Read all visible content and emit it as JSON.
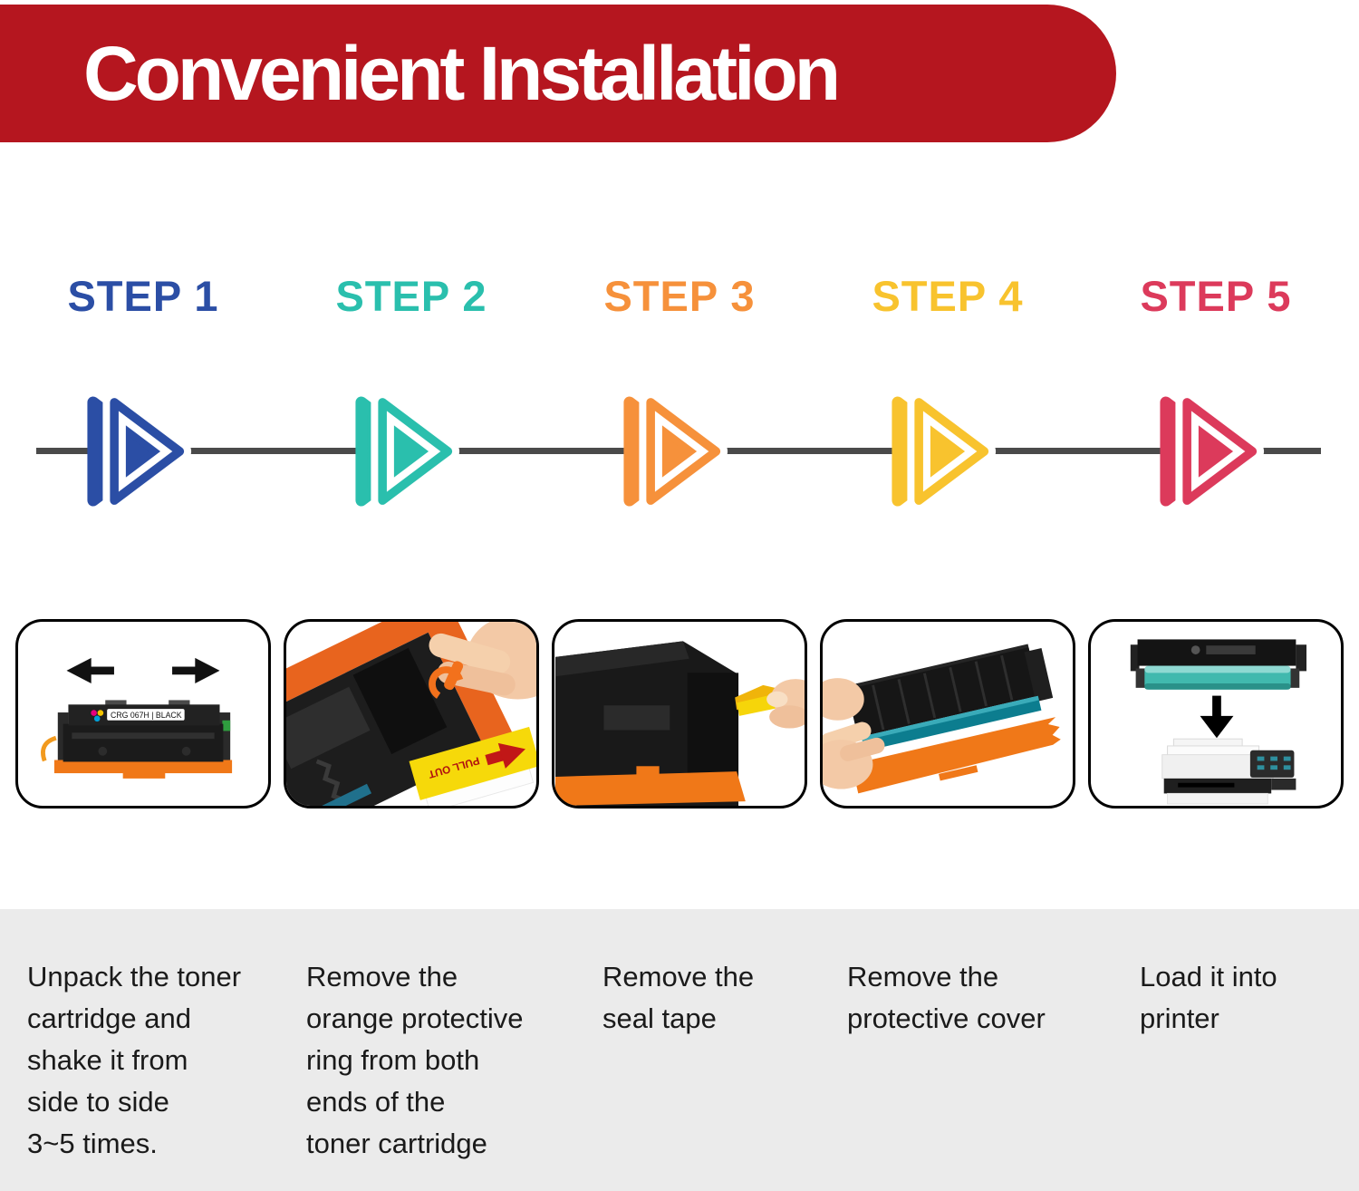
{
  "banner": {
    "title": "Convenient Installation",
    "bg_color": "#B5161F",
    "text_color": "#FFFFFF"
  },
  "timeline": {
    "line_color": "#4A4A4A"
  },
  "footer": {
    "bg_color": "#EBEBEB",
    "text_color": "#1A1A1A"
  },
  "steps": [
    {
      "label": "STEP 1",
      "color": "#2B4EA5",
      "desc_lines": [
        "Unpack the toner",
        "cartridge and",
        "shake it from",
        "side to side",
        "3~5 times."
      ],
      "cartridge_label": "CRG 067H | BLACK"
    },
    {
      "label": "STEP 2",
      "color": "#2ABFAD",
      "desc_lines": [
        "Remove the",
        "orange protective",
        "ring from both",
        "ends of the",
        "toner cartridge"
      ],
      "tape_text": "PULL OUT"
    },
    {
      "label": "STEP 3",
      "color": "#F6913B",
      "desc_lines": [
        "Remove the",
        "seal tape"
      ]
    },
    {
      "label": "STEP 4",
      "color": "#F8C32E",
      "desc_lines": [
        "Remove the",
        "protective cover"
      ]
    },
    {
      "label": "STEP 5",
      "color": "#DC3A5B",
      "desc_lines": [
        "Load it into",
        "printer"
      ]
    }
  ]
}
